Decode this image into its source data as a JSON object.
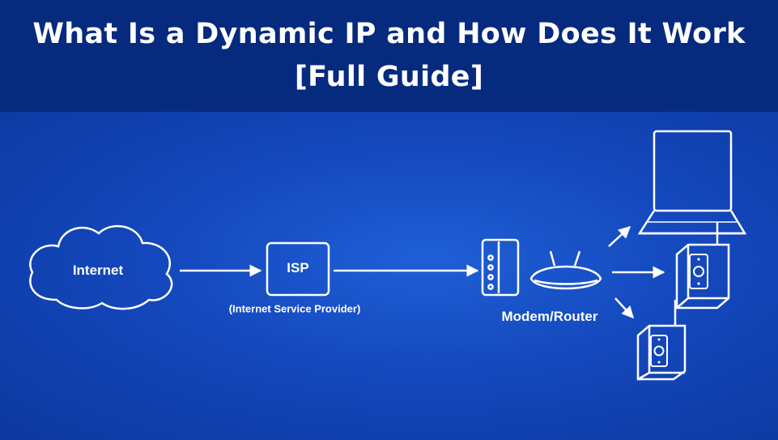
{
  "title": "What Is a Dynamic IP and How Does It Work [Full Guide]",
  "diagram": {
    "nodes": {
      "internet": "Internet",
      "isp": "ISP",
      "isp_full": "(Internet Service Provider)",
      "modem_router": "Modem/Router"
    },
    "devices": [
      "laptop-icon",
      "smart-plug-icon",
      "smart-plug-icon"
    ],
    "colors": {
      "title_background": "#062a7e",
      "diagram_background": "#1448bd",
      "line": "#ffffff"
    }
  }
}
